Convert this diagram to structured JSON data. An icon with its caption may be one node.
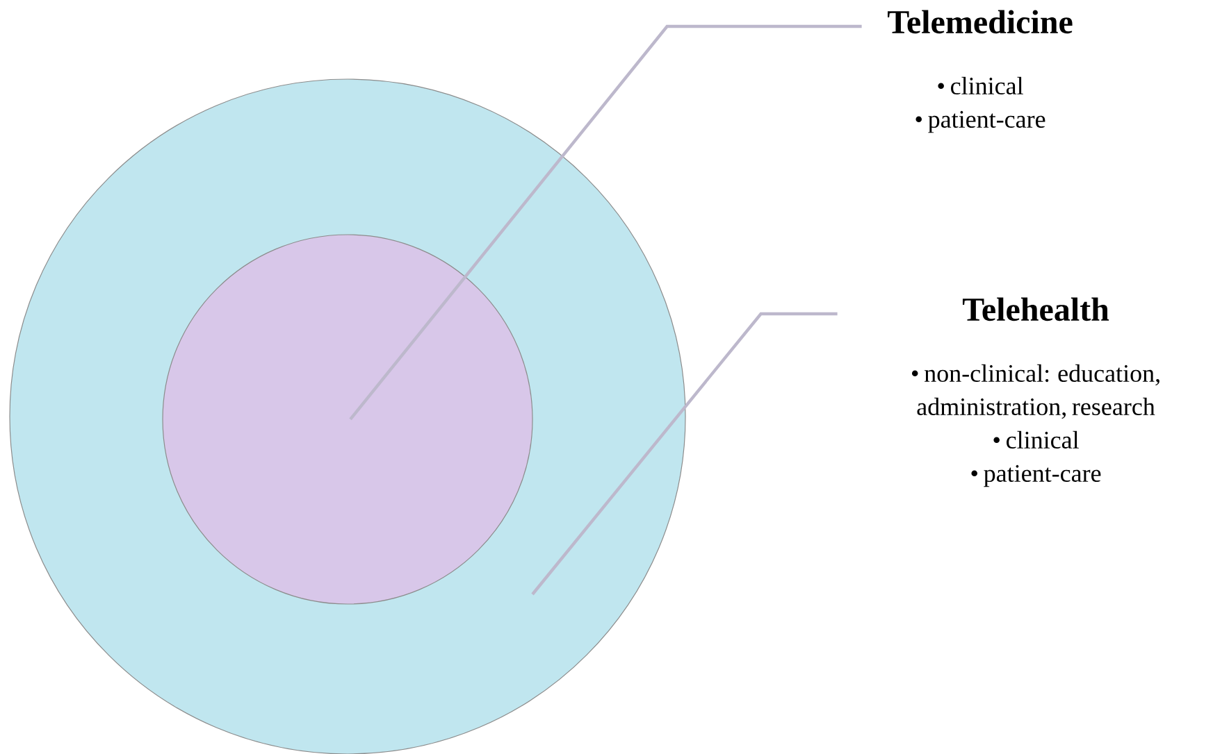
{
  "diagram": {
    "nodes": [
      {
        "text": [],
        "shape": "circle"
      },
      {
        "text": [],
        "shape": "circle",
        "in": 0
      },
      {
        "text": [
          "Telemedicine",
          "• clinical",
          "• patient-care"
        ]
      },
      {
        "text": [
          "Telehealth",
          "• non-clinical: education, administration, research",
          "• clinical",
          "• patient-care"
        ]
      }
    ],
    "edges": [
      {
        "from": 2,
        "to": 1,
        "arrow": "none"
      },
      {
        "from": 3,
        "to": 0,
        "arrow": "none"
      }
    ]
  }
}
